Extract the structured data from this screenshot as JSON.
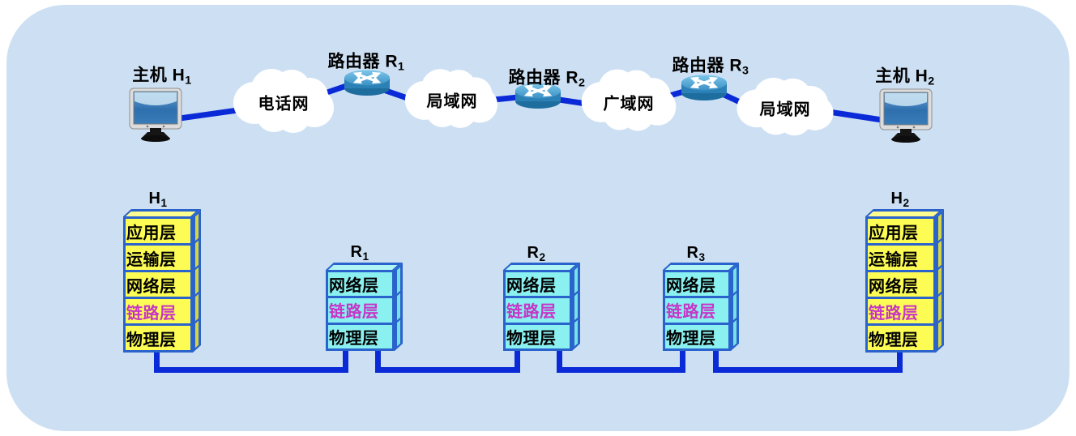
{
  "figure": {
    "description": "互联网络与协议层次示意图",
    "topology": {
      "nodes": [
        {
          "id": "host1",
          "type": "host",
          "label": "主机 H",
          "sub": "1"
        },
        {
          "id": "net1",
          "type": "network",
          "label": "电话网"
        },
        {
          "id": "router1",
          "type": "router",
          "label": "路由器 R",
          "sub": "1"
        },
        {
          "id": "net2",
          "type": "network",
          "label": "局域网"
        },
        {
          "id": "router2",
          "type": "router",
          "label": "路由器 R",
          "sub": "2"
        },
        {
          "id": "net3",
          "type": "network",
          "label": "广域网"
        },
        {
          "id": "router3",
          "type": "router",
          "label": "路由器 R",
          "sub": "3"
        },
        {
          "id": "net4",
          "type": "network",
          "label": "局域网"
        },
        {
          "id": "host2",
          "type": "host",
          "label": "主机 H",
          "sub": "2"
        }
      ]
    },
    "stacks": {
      "h1": {
        "label": "H",
        "sub": "1",
        "layers": [
          "应用层",
          "运输层",
          "网络层",
          "链路层",
          "物理层"
        ],
        "highlighted_layer": "链路层"
      },
      "r1": {
        "label": "R",
        "sub": "1",
        "layers": [
          "网络层",
          "链路层",
          "物理层"
        ],
        "highlighted_layer": "链路层"
      },
      "r2": {
        "label": "R",
        "sub": "2",
        "layers": [
          "网络层",
          "链路层",
          "物理层"
        ],
        "highlighted_layer": "链路层"
      },
      "r3": {
        "label": "R",
        "sub": "3",
        "layers": [
          "网络层",
          "链路层",
          "物理层"
        ],
        "highlighted_layer": "链路层"
      },
      "h2": {
        "label": "H",
        "sub": "2",
        "layers": [
          "应用层",
          "运输层",
          "网络层",
          "链路层",
          "物理层"
        ],
        "highlighted_layer": "链路层"
      }
    },
    "colors": {
      "panel_background": "#cde0f3",
      "link_line": "#0a2ad8",
      "box_border": "#2a63cc",
      "host_stack_fill": "#fcfc55",
      "router_stack_fill": "#8af0f0",
      "highlight_text": "#c735c7",
      "cloud_fill": "#ffffff"
    }
  }
}
